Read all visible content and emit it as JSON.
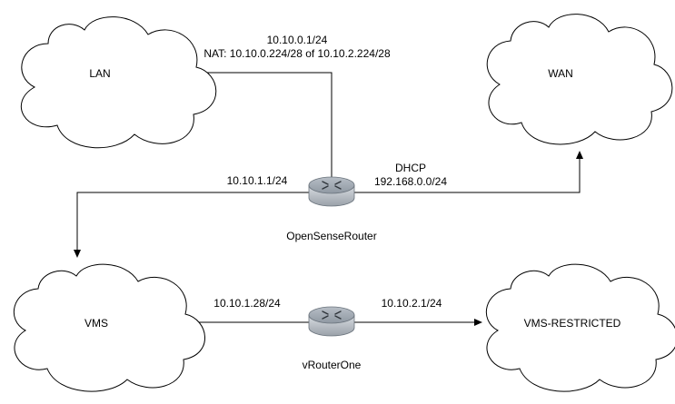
{
  "clouds": {
    "lan": "LAN",
    "wan": "WAN",
    "vms": "VMS",
    "vms_restricted": "VMS-RESTRICTED"
  },
  "routers": {
    "opensense": "OpenSenseRouter",
    "vrouter": "vRouterOne"
  },
  "links": {
    "lan_ip": "10.10.0.1/24",
    "lan_nat": "NAT: 10.10.0.224/28 of 10.10.2.224/28",
    "vms_ip": "10.10.1.1/24",
    "wan_mode": "DHCP",
    "wan_ip": "192.168.0.0/24",
    "vrouter_left_ip": "10.10.1.28/24",
    "vrouter_right_ip": "10.10.2.1/24"
  },
  "colors": {
    "stroke": "#000000",
    "router_body": "#c8cdd3",
    "router_top": "#9aa3ad"
  },
  "icons": {
    "router": "router-icon",
    "cloud": "cloud-icon"
  }
}
